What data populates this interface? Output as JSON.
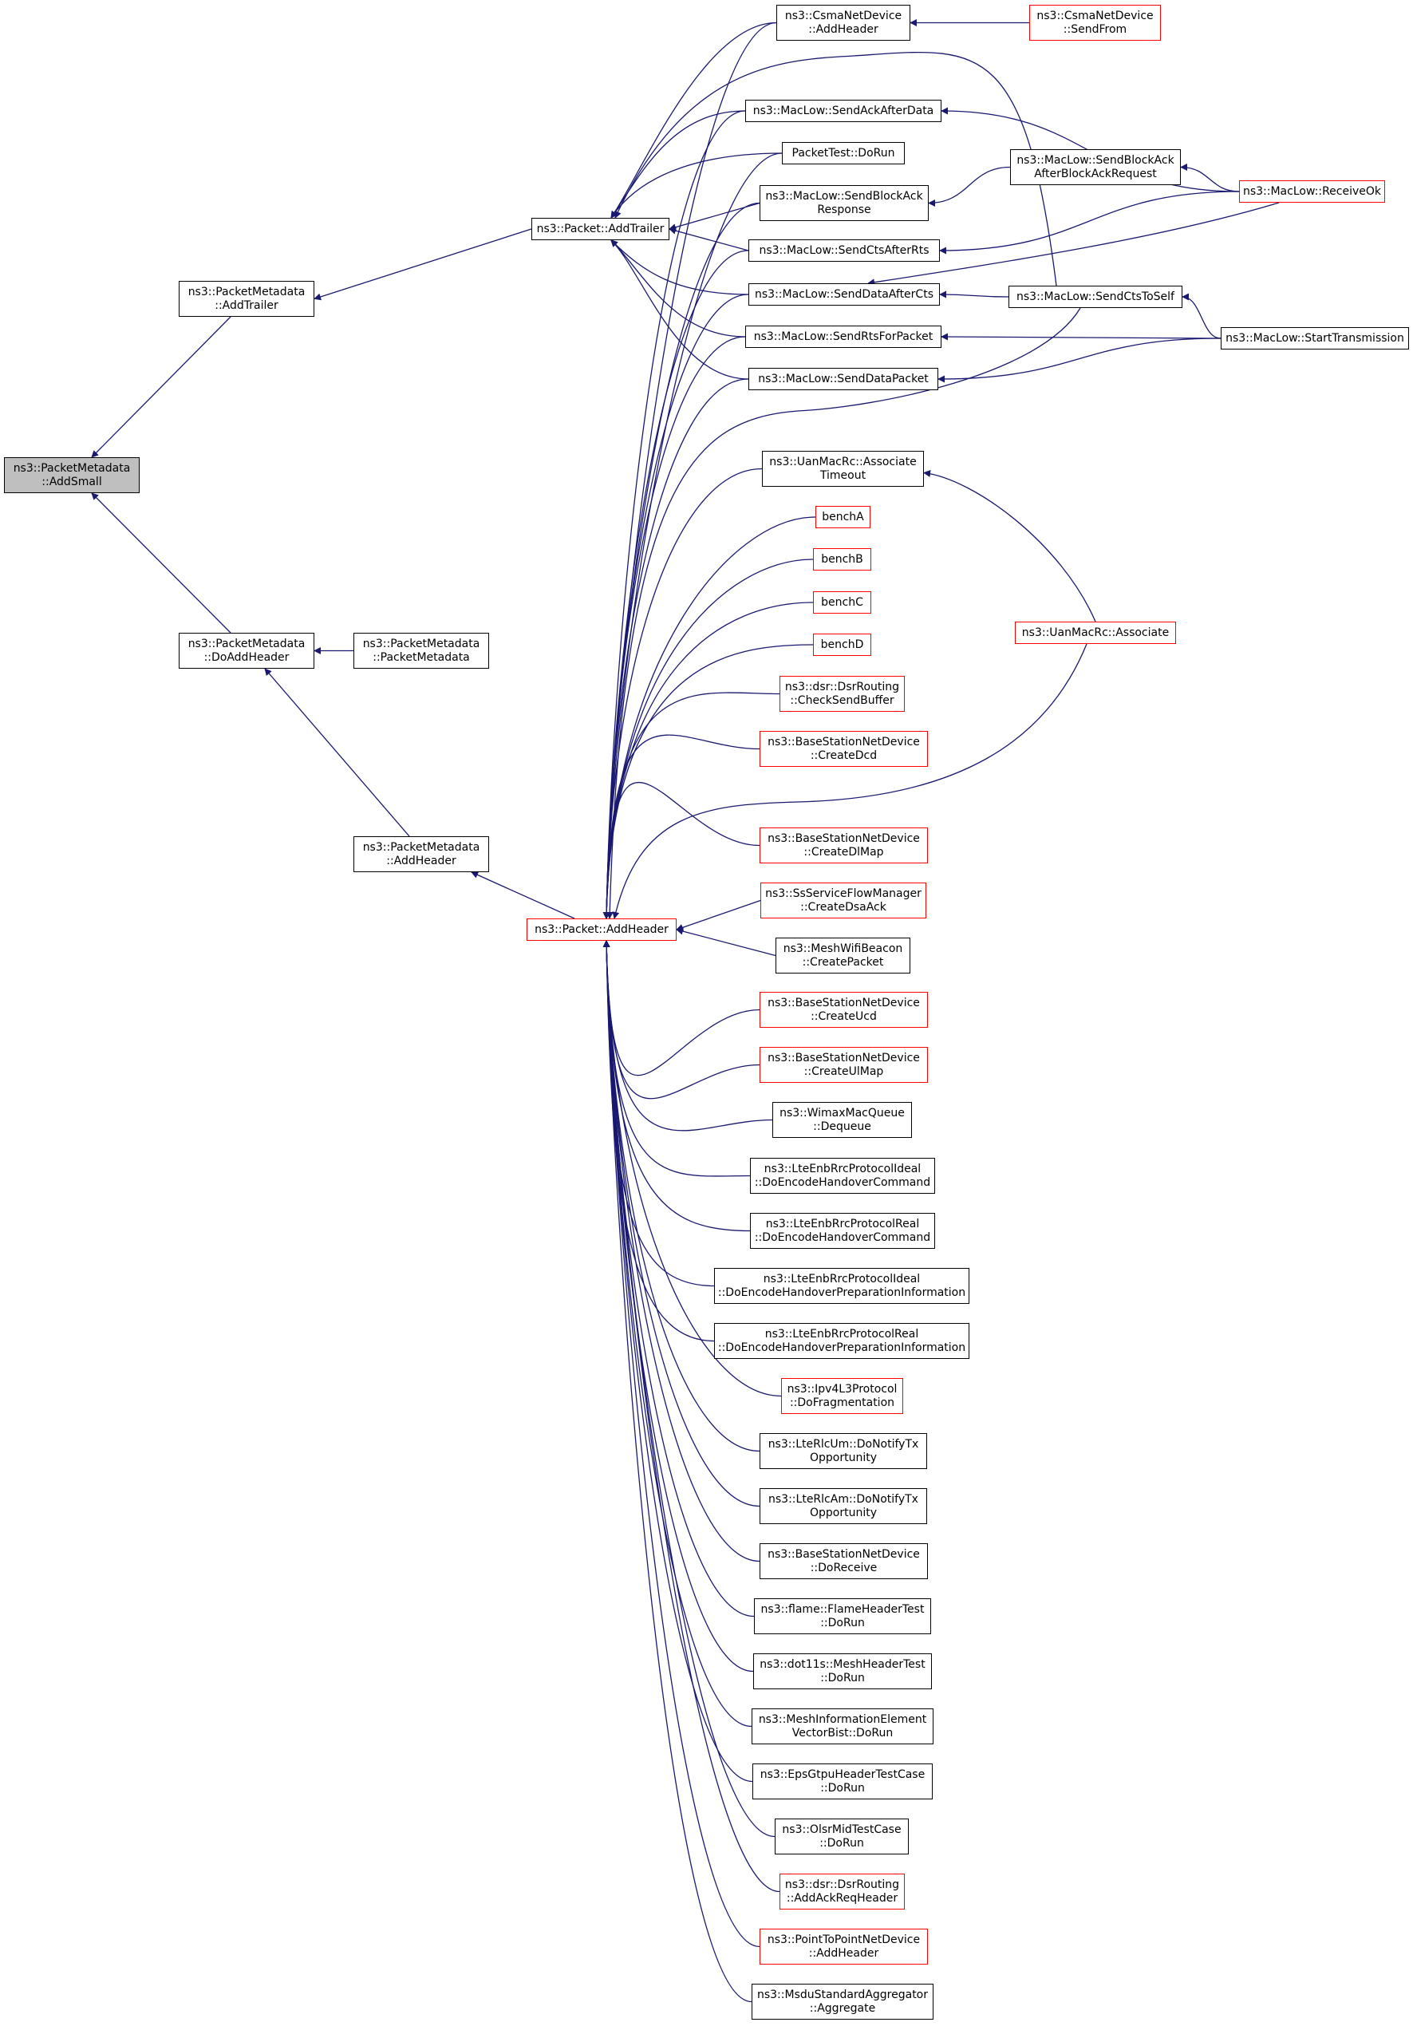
{
  "colors": {
    "edge": "#191970",
    "node_border": "#000000",
    "node_border_truncated": "#ff0000",
    "root_fill": "#bfbfbf"
  },
  "nodes": [
    {
      "id": "root",
      "lines": [
        "ns3::PacketMetadata",
        "::AddSmall"
      ],
      "style": "root"
    },
    {
      "id": "pm_addtrailer",
      "lines": [
        "ns3::PacketMetadata",
        "::AddTrailer"
      ],
      "style": "normal"
    },
    {
      "id": "pm_doaddheader",
      "lines": [
        "ns3::PacketMetadata",
        "::DoAddHeader"
      ],
      "style": "normal"
    },
    {
      "id": "pm_ctor",
      "lines": [
        "ns3::PacketMetadata",
        "::PacketMetadata"
      ],
      "style": "normal"
    },
    {
      "id": "pm_addheader",
      "lines": [
        "ns3::PacketMetadata",
        "::AddHeader"
      ],
      "style": "normal"
    },
    {
      "id": "p_addtrailer",
      "lines": [
        "ns3::Packet::AddTrailer"
      ],
      "style": "normal"
    },
    {
      "id": "p_addheader",
      "lines": [
        "ns3::Packet::AddHeader"
      ],
      "style": "red"
    },
    {
      "id": "csma_addheader",
      "lines": [
        "ns3::CsmaNetDevice",
        "::AddHeader"
      ],
      "style": "normal"
    },
    {
      "id": "csma_sendfrom",
      "lines": [
        "ns3::CsmaNetDevice",
        "::SendFrom"
      ],
      "style": "red"
    },
    {
      "id": "ml_sendackafterdata",
      "lines": [
        "ns3::MacLow::SendAckAfterData"
      ],
      "style": "normal"
    },
    {
      "id": "packettest",
      "lines": [
        "PacketTest::DoRun"
      ],
      "style": "normal"
    },
    {
      "id": "ml_sendblockackresp",
      "lines": [
        "ns3::MacLow::SendBlockAck",
        "Response"
      ],
      "style": "normal"
    },
    {
      "id": "ml_sendctsafterrts",
      "lines": [
        "ns3::MacLow::SendCtsAfterRts"
      ],
      "style": "normal"
    },
    {
      "id": "ml_senddataaftercts",
      "lines": [
        "ns3::MacLow::SendDataAfterCts"
      ],
      "style": "normal"
    },
    {
      "id": "ml_sendrtsforpacket",
      "lines": [
        "ns3::MacLow::SendRtsForPacket"
      ],
      "style": "normal"
    },
    {
      "id": "ml_senddatapacket",
      "lines": [
        "ns3::MacLow::SendDataPacket"
      ],
      "style": "normal"
    },
    {
      "id": "ml_sendblockackafter",
      "lines": [
        "ns3::MacLow::SendBlockAck",
        "AfterBlockAckRequest"
      ],
      "style": "normal"
    },
    {
      "id": "ml_receiveok",
      "lines": [
        "ns3::MacLow::ReceiveOk"
      ],
      "style": "red"
    },
    {
      "id": "ml_sendctstoself",
      "lines": [
        "ns3::MacLow::SendCtsToSelf"
      ],
      "style": "normal"
    },
    {
      "id": "ml_starttransmission",
      "lines": [
        "ns3::MacLow::StartTransmission"
      ],
      "style": "normal"
    },
    {
      "id": "uan_assoctimeout",
      "lines": [
        "ns3::UanMacRc::Associate",
        "Timeout"
      ],
      "style": "normal"
    },
    {
      "id": "uan_associate",
      "lines": [
        "ns3::UanMacRc::Associate"
      ],
      "style": "red"
    },
    {
      "id": "benchA",
      "lines": [
        "benchA"
      ],
      "style": "red"
    },
    {
      "id": "benchB",
      "lines": [
        "benchB"
      ],
      "style": "red"
    },
    {
      "id": "benchC",
      "lines": [
        "benchC"
      ],
      "style": "red"
    },
    {
      "id": "benchD",
      "lines": [
        "benchD"
      ],
      "style": "red"
    },
    {
      "id": "dsr_checksend",
      "lines": [
        "ns3::dsr::DsrRouting",
        "::CheckSendBuffer"
      ],
      "style": "red"
    },
    {
      "id": "bs_createdcd",
      "lines": [
        "ns3::BaseStationNetDevice",
        "::CreateDcd"
      ],
      "style": "red"
    },
    {
      "id": "bs_createdlmap",
      "lines": [
        "ns3::BaseStationNetDevice",
        "::CreateDlMap"
      ],
      "style": "red"
    },
    {
      "id": "ss_createdsaack",
      "lines": [
        "ns3::SsServiceFlowManager",
        "::CreateDsaAck"
      ],
      "style": "red"
    },
    {
      "id": "mesh_createpacket",
      "lines": [
        "ns3::MeshWifiBeacon",
        "::CreatePacket"
      ],
      "style": "normal"
    },
    {
      "id": "bs_createucd",
      "lines": [
        "ns3::BaseStationNetDevice",
        "::CreateUcd"
      ],
      "style": "red"
    },
    {
      "id": "bs_createulmap",
      "lines": [
        "ns3::BaseStationNetDevice",
        "::CreateUlMap"
      ],
      "style": "red"
    },
    {
      "id": "wimax_dequeue",
      "lines": [
        "ns3::WimaxMacQueue",
        "::Dequeue"
      ],
      "style": "normal"
    },
    {
      "id": "lte_ideal_cmd",
      "lines": [
        "ns3::LteEnbRrcProtocolIdeal",
        "::DoEncodeHandoverCommand"
      ],
      "style": "normal"
    },
    {
      "id": "lte_real_cmd",
      "lines": [
        "ns3::LteEnbRrcProtocolReal",
        "::DoEncodeHandoverCommand"
      ],
      "style": "normal"
    },
    {
      "id": "lte_ideal_prep",
      "lines": [
        "ns3::LteEnbRrcProtocolIdeal",
        "::DoEncodeHandoverPreparationInformation"
      ],
      "style": "normal"
    },
    {
      "id": "lte_real_prep",
      "lines": [
        "ns3::LteEnbRrcProtocolReal",
        "::DoEncodeHandoverPreparationInformation"
      ],
      "style": "normal"
    },
    {
      "id": "ipv4_frag",
      "lines": [
        "ns3::Ipv4L3Protocol",
        "::DoFragmentation"
      ],
      "style": "red"
    },
    {
      "id": "rlcum_notify",
      "lines": [
        "ns3::LteRlcUm::DoNotifyTx",
        "Opportunity"
      ],
      "style": "normal"
    },
    {
      "id": "rlcam_notify",
      "lines": [
        "ns3::LteRlcAm::DoNotifyTx",
        "Opportunity"
      ],
      "style": "normal"
    },
    {
      "id": "bs_doreceive",
      "lines": [
        "ns3::BaseStationNetDevice",
        "::DoReceive"
      ],
      "style": "normal"
    },
    {
      "id": "flame_test",
      "lines": [
        "ns3::flame::FlameHeaderTest",
        "::DoRun"
      ],
      "style": "normal"
    },
    {
      "id": "dot11s_test",
      "lines": [
        "ns3::dot11s::MeshHeaderTest",
        "::DoRun"
      ],
      "style": "normal"
    },
    {
      "id": "meshinfo_test",
      "lines": [
        "ns3::MeshInformationElement",
        "VectorBist::DoRun"
      ],
      "style": "normal"
    },
    {
      "id": "epsgtpu_test",
      "lines": [
        "ns3::EpsGtpuHeaderTestCase",
        "::DoRun"
      ],
      "style": "normal"
    },
    {
      "id": "olsr_test",
      "lines": [
        "ns3::OlsrMidTestCase",
        "::DoRun"
      ],
      "style": "normal"
    },
    {
      "id": "dsr_addackreq",
      "lines": [
        "ns3::dsr::DsrRouting",
        "::AddAckReqHeader"
      ],
      "style": "red"
    },
    {
      "id": "p2p_addheader",
      "lines": [
        "ns3::PointToPointNetDevice",
        "::AddHeader"
      ],
      "style": "red"
    },
    {
      "id": "msdu_aggregate",
      "lines": [
        "ns3::MsduStandardAggregator",
        "::Aggregate"
      ],
      "style": "normal"
    }
  ]
}
